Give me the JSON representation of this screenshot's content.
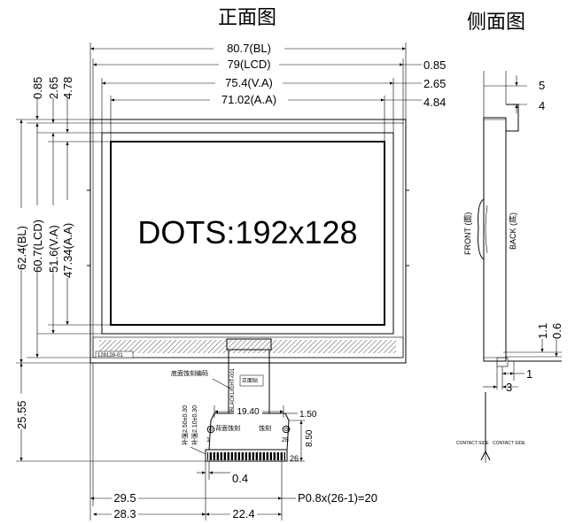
{
  "titles": {
    "front": "正面图",
    "side": "侧面图"
  },
  "display": {
    "dots": "DOTS:192x128"
  },
  "front_top_dims": {
    "bl": "80.7(BL)",
    "lcd": "79(LCD)",
    "va": "75.4(V.A)",
    "aa": "71.02(A.A)",
    "r1": "0.85",
    "r2": "2.65",
    "r3": "4.84"
  },
  "front_left_dims": {
    "top1": "0.85",
    "top2": "2.65",
    "top3": "4.78",
    "bl": "62.4(BL)",
    "lcd": "60.7(LCD)",
    "va": "51.6(V.A)",
    "aa": "47.34(A.A)",
    "fpc_len": "25.55"
  },
  "fpc": {
    "label_etch": "底面蚀刻编码",
    "stiff1": "补强2.50±0.30",
    "stiff2": "补强2.10±0.30",
    "w1940": "19.40",
    "w150": "1.50",
    "h850": "8.50",
    "pin1": "1",
    "pin28": "28",
    "pin26": "26",
    "note_left": "背面蚀刻",
    "note_right": "蚀刻",
    "part_code": "128128-01",
    "tape": "正面贴"
  },
  "bottom_dims": {
    "d04": "0.4",
    "d295": "29.5",
    "d283": "28.3",
    "d224": "22.4",
    "pitch": "P0.8x(26-1)=20"
  },
  "side_view": {
    "d5": "5",
    "d4": "4",
    "front": "FRONT (面)",
    "back": "BACK (底)",
    "d11": "1.1",
    "d06": "0.6",
    "d1": "1",
    "d3": "3",
    "contact1": "CONTACT SIDE",
    "contact2": "CONTACT SIDE"
  }
}
